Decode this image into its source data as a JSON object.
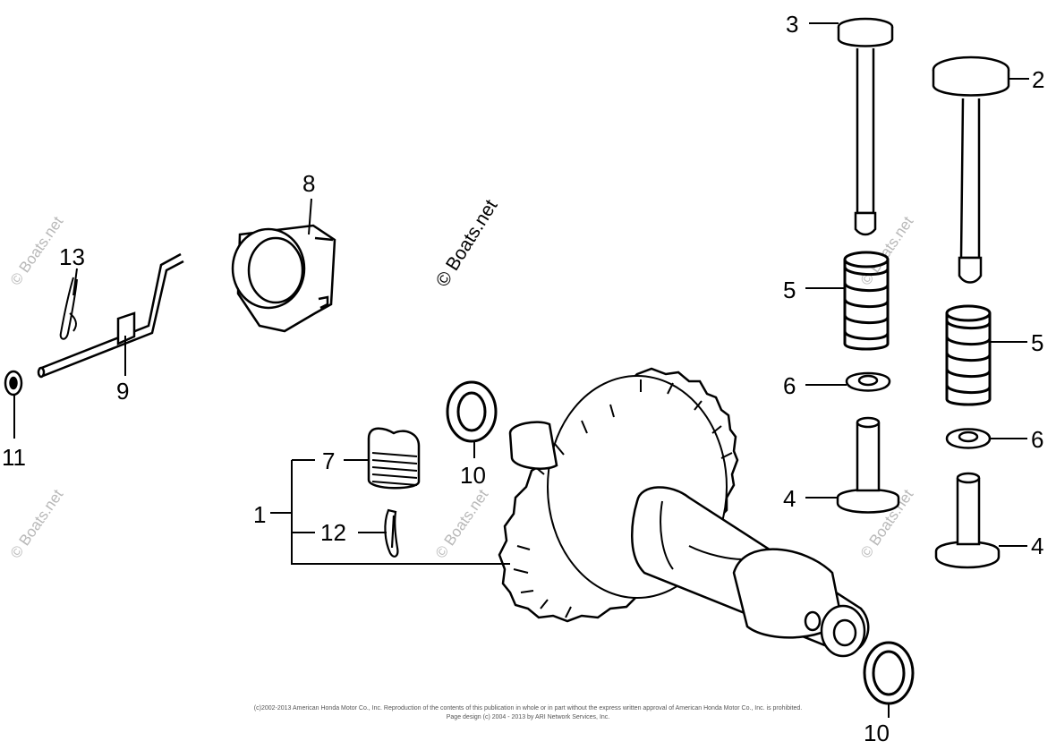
{
  "watermark": {
    "main": "© Boats.net",
    "repeat": "© Boats.net"
  },
  "callouts": {
    "c1": "1",
    "c2": "2",
    "c3": "3",
    "c4a": "4",
    "c4b": "4",
    "c5a": "5",
    "c5b": "5",
    "c6a": "6",
    "c6b": "6",
    "c7": "7",
    "c8": "8",
    "c9": "9",
    "c10a": "10",
    "c10b": "10",
    "c11": "11",
    "c12": "12",
    "c13": "13"
  },
  "footer": {
    "line1": "(c)2002-2013 American Honda Motor Co., Inc. Reproduction of the contents of this publication in whole or in part without the express written approval of American Honda Motor Co., Inc. is prohibited.",
    "line2": "Page design (c) 2004 - 2013 by ARI Network Services, Inc."
  },
  "colors": {
    "ink": "#000000",
    "paper": "#ffffff",
    "watermark": "#b8b8b8"
  }
}
